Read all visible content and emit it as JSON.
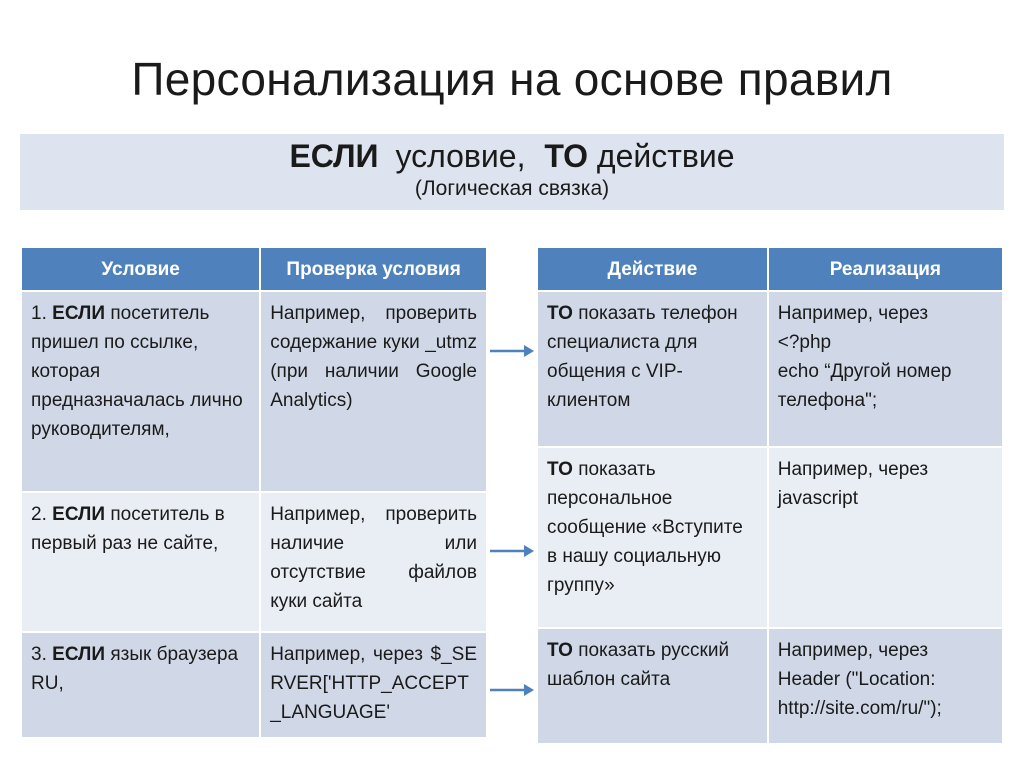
{
  "title": "Персонализация на основе правил",
  "banner": {
    "if_word": "ЕСЛИ",
    "condition_word": "условие,",
    "then_word": "ТО",
    "action_word": "действие",
    "subtitle": "(Логическая связка)"
  },
  "left_table": {
    "headers": [
      "Условие",
      "Проверка условия"
    ],
    "rows": [
      {
        "num": "1.",
        "kw": "ЕСЛИ",
        "text": "посетитель пришел по ссылке, которая предназначалась лично руководителям,",
        "check": "Например, проверить содержание куки _utmz (при наличии Google Analytics)"
      },
      {
        "num": "2.",
        "kw": "ЕСЛИ",
        "text": "посетитель в первый раз не сайте,",
        "check": "Например, проверить наличие или отсутствие файлов куки сайта"
      },
      {
        "num": "3.",
        "kw": "ЕСЛИ",
        "text": "язык браузера  RU,",
        "check": "Например, через $_SERVER['HTTP_ACCEPT_LANGUAGE'"
      }
    ]
  },
  "right_table": {
    "headers": [
      "Действие",
      "Реализация"
    ],
    "rows": [
      {
        "kw": "ТО",
        "text": "показать телефон специалиста для общения с VIP-клиентом",
        "impl": "Например, через\n<?php\necho “Другой номер телефона\";"
      },
      {
        "kw": "ТО",
        "text": "показать персональное сообщение «Вступите в нашу социальную группу»",
        "impl": "Например, через javascript"
      },
      {
        "kw": "ТО",
        "text": "показать русский шаблон сайта",
        "impl": "Например, через Header (\"Location: http://site.com/ru/\");"
      }
    ]
  },
  "colors": {
    "header": "#4f81bd",
    "row_odd": "#d0d8e8",
    "row_even": "#e9edf4",
    "banner": "#dde3ef",
    "arrow": "#4f81bd"
  }
}
